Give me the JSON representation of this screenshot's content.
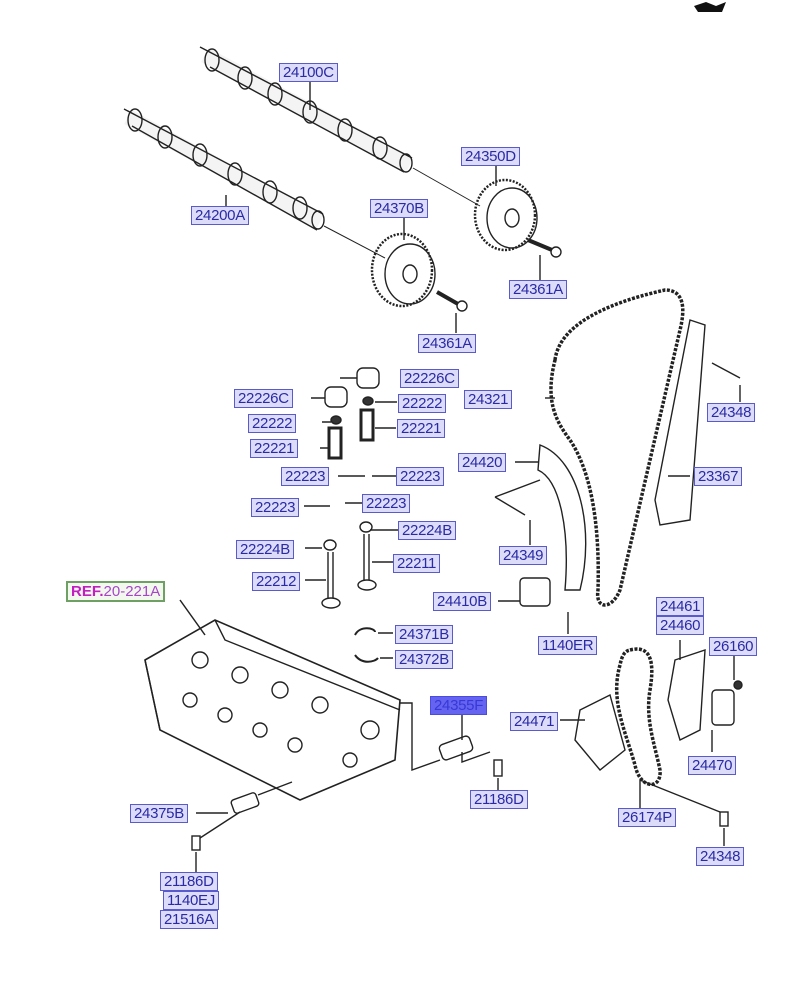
{
  "diagram": {
    "title": "Camshaft & Valve / Timing Chain Exploded View",
    "reference": {
      "prefix": "REF.",
      "number": "20-221A"
    },
    "selected_part": "24355F",
    "labels": [
      {
        "id": "24100C"
      },
      {
        "id": "24350D"
      },
      {
        "id": "24200A"
      },
      {
        "id": "24370B"
      },
      {
        "id": "24361A"
      },
      {
        "id": "24361A"
      },
      {
        "id": "22226C"
      },
      {
        "id": "22226C"
      },
      {
        "id": "22222"
      },
      {
        "id": "22222"
      },
      {
        "id": "22221"
      },
      {
        "id": "22221"
      },
      {
        "id": "22223"
      },
      {
        "id": "22223"
      },
      {
        "id": "22223"
      },
      {
        "id": "22223"
      },
      {
        "id": "22224B"
      },
      {
        "id": "22224B"
      },
      {
        "id": "22211"
      },
      {
        "id": "22212"
      },
      {
        "id": "24321"
      },
      {
        "id": "24348"
      },
      {
        "id": "24420"
      },
      {
        "id": "23367"
      },
      {
        "id": "24349"
      },
      {
        "id": "24410B"
      },
      {
        "id": "1140ER"
      },
      {
        "id": "24371B"
      },
      {
        "id": "24372B"
      },
      {
        "id": "24461"
      },
      {
        "id": "24460"
      },
      {
        "id": "26160"
      },
      {
        "id": "24471"
      },
      {
        "id": "24470"
      },
      {
        "id": "26174P"
      },
      {
        "id": "24348"
      },
      {
        "id": "24355F"
      },
      {
        "id": "21186D"
      },
      {
        "id": "24375B"
      },
      {
        "id": "21186D"
      },
      {
        "id": "1140EJ"
      },
      {
        "id": "21516A"
      }
    ]
  },
  "colors": {
    "label_bg": "#dcdcf8",
    "label_border": "#5a5acf",
    "label_text": "#2a2aa8",
    "selected_bg": "#6464f0",
    "ref_prefix": "#c21ec2",
    "ref_border": "#6fa063"
  }
}
